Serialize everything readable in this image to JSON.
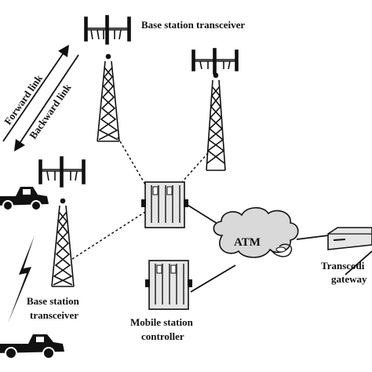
{
  "labels": {
    "bts_top": "Base station transceiver",
    "bts_left_line1": "Base station",
    "bts_left_line2": "transceiver",
    "msc_line1": "Mobile station",
    "msc_line2": "controller",
    "atm": "ATM",
    "gateway_line1": "Transcodi",
    "gateway_line2": "gateway",
    "forward_link": "Forward link",
    "backward_link": "Backward link"
  },
  "colors": {
    "ink": "#111111",
    "cloud_fill": "#d9d9d9",
    "device_fill": "#e6e6e6"
  },
  "icons": [
    "tower-icon",
    "controller-box-icon",
    "cloud-icon",
    "router-icon",
    "truck-icon",
    "lightning-icon"
  ]
}
